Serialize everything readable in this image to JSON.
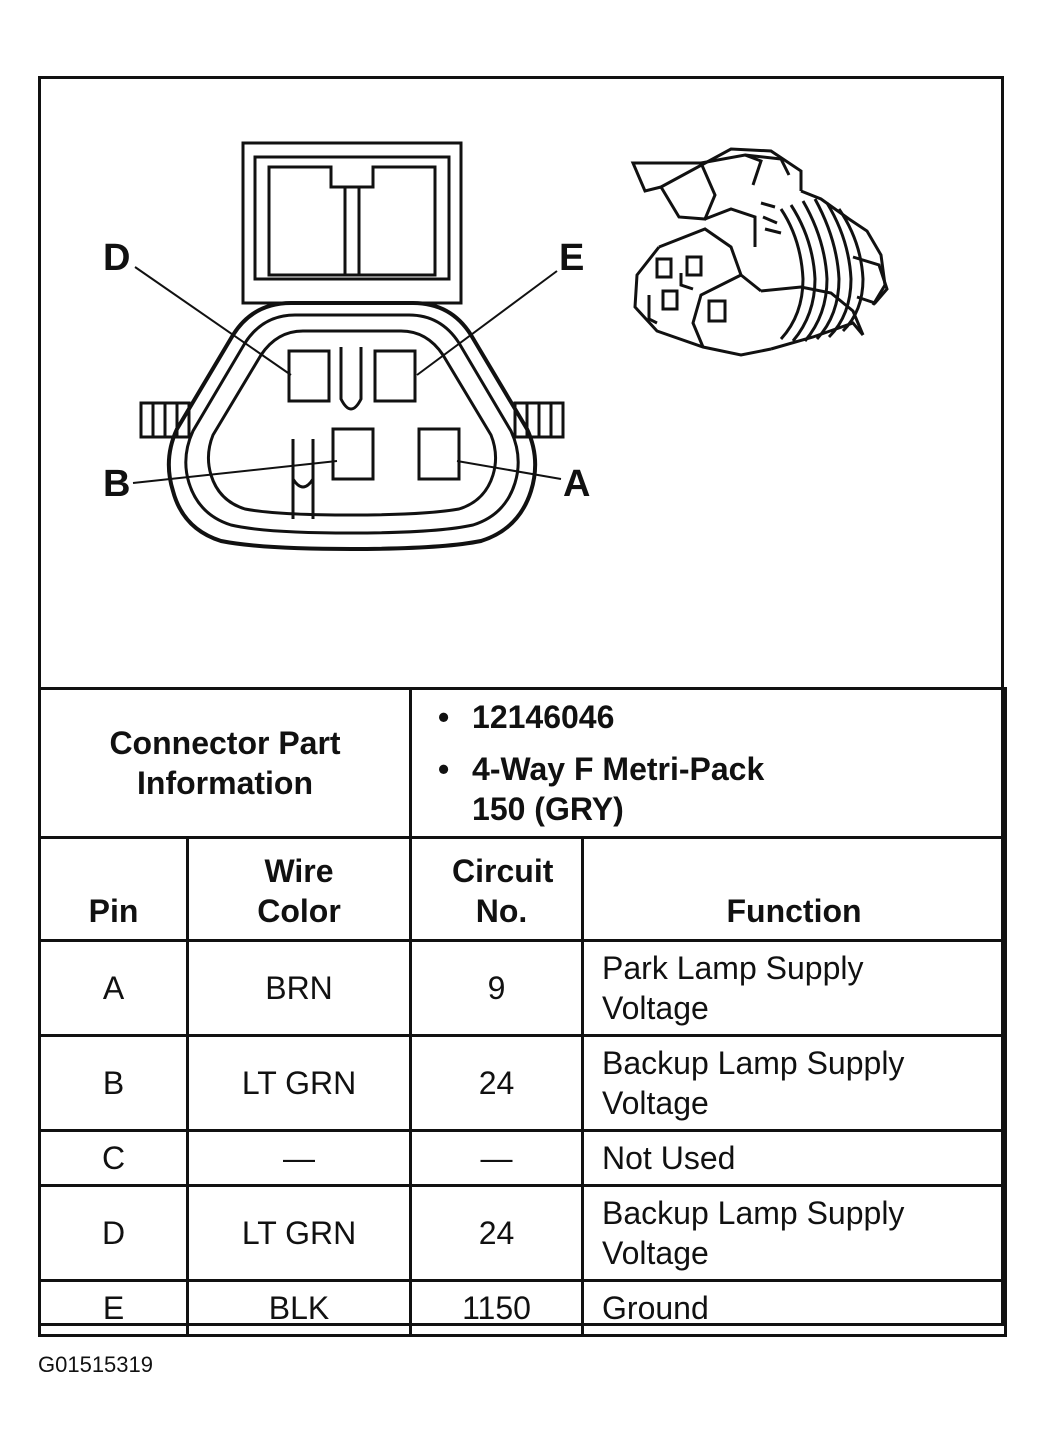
{
  "pin_labels": {
    "d": "D",
    "e": "E",
    "b": "B",
    "a": "A"
  },
  "part_info": {
    "heading": "Connector Part Information",
    "bullet_glyph": "•",
    "items": [
      "12146046",
      "4-Way F Metri-Pack 150 (GRY)"
    ]
  },
  "table": {
    "headers": {
      "pin": "Pin",
      "wire_color": "Wire Color",
      "circuit": "Circuit No.",
      "function": "Function"
    },
    "rows": [
      {
        "pin": "A",
        "wire_color": "BRN",
        "circuit": "9",
        "function": "Park Lamp Supply Voltage"
      },
      {
        "pin": "B",
        "wire_color": "LT GRN",
        "circuit": "24",
        "function": "Backup Lamp Supply Voltage"
      },
      {
        "pin": "C",
        "wire_color": "—",
        "circuit": "—",
        "function": "Not Used"
      },
      {
        "pin": "D",
        "wire_color": "LT GRN",
        "circuit": "24",
        "function": "Backup Lamp Supply Voltage"
      },
      {
        "pin": "E",
        "wire_color": "BLK",
        "circuit": "1150",
        "function": "Ground"
      }
    ]
  },
  "figure_id": "G01515319"
}
